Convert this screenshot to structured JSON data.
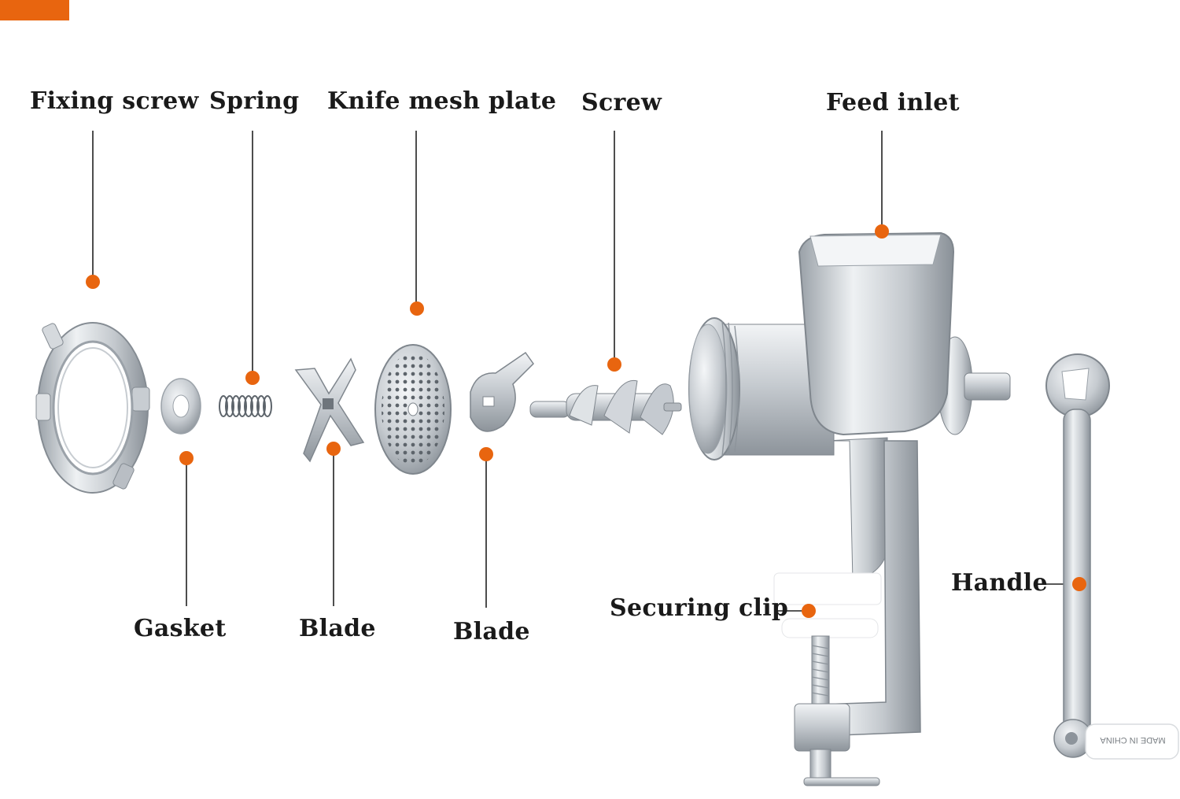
{
  "theme": {
    "accent": "#E8650F",
    "leader": "#222222",
    "metal": "#C9CDD1"
  },
  "labels": {
    "fixing_screw": "Fixing screw",
    "spring": "Spring",
    "knife_mesh_plate": "Knife mesh plate",
    "screw": "Screw",
    "feed_inlet": "Feed inlet",
    "gasket": "Gasket",
    "blade_cross": "Blade",
    "blade_single": "Blade",
    "securing_clip": "Securing clip",
    "handle": "Handle"
  },
  "handle_print": "MADE IN CHINA"
}
